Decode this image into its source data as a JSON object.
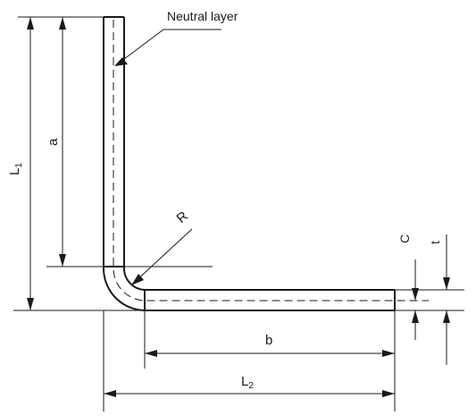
{
  "labels": {
    "neutral_layer": "Neutral layer",
    "l1": "L",
    "l1_sub": "1",
    "a": "a",
    "r": "R",
    "c": "C",
    "t": "t",
    "b": "b",
    "l2": "L",
    "l2_sub": "2"
  }
}
